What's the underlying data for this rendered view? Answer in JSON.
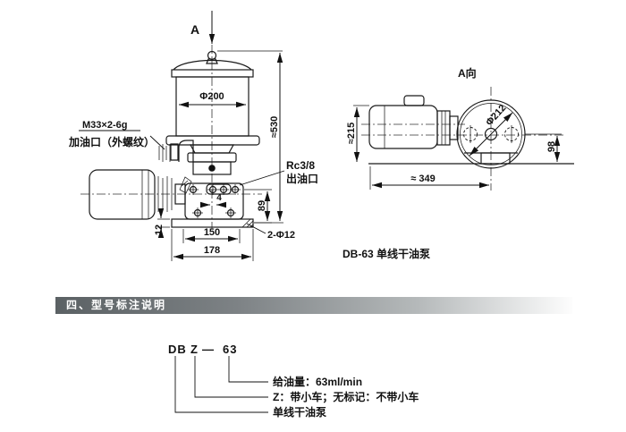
{
  "drawing": {
    "front_view": {
      "view_label": "A",
      "labels": {
        "thread_spec": "M33×2-6g",
        "filler_port": "加油口（外螺纹）",
        "outlet_thread": "Rc3/8",
        "outlet_port": "出油口",
        "holes": "2-Φ12"
      },
      "dimensions": {
        "reservoir_dia": "Φ200",
        "overall_height": "≈530",
        "bolt_gap": "4",
        "base_height": "89",
        "plate_thickness": "12",
        "hole_span": "150",
        "base_width": "178"
      }
    },
    "a_view": {
      "title": "A向",
      "dimensions": {
        "body_height": "≈215",
        "flange_dia": "Φ212",
        "axis_height": "98",
        "overall_length": "≈ 349"
      },
      "caption": "DB-63 单线干油泵"
    }
  },
  "section_banner": {
    "title": "四、型号标注说明"
  },
  "model_designation": {
    "code": {
      "series": "DB",
      "variant": "Z",
      "dash": "—",
      "flow": "63"
    },
    "notes": [
      "给油量：63ml/min",
      "Z：带小车；无标记：不带小车",
      "单线干油泵"
    ]
  }
}
